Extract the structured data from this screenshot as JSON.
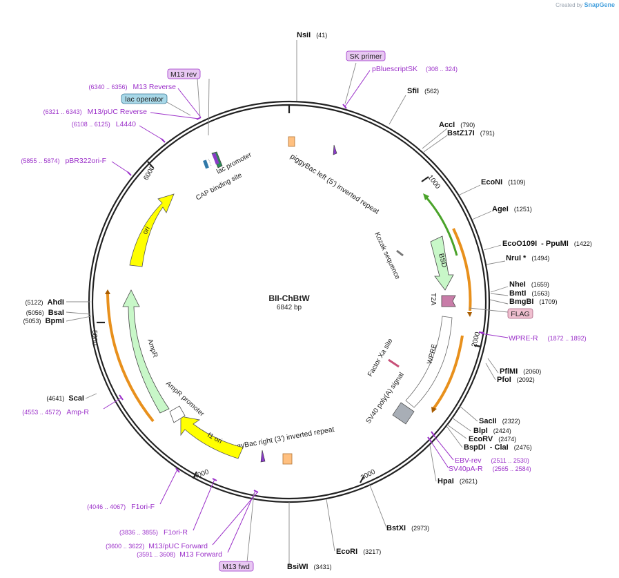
{
  "credit": {
    "prefix": "Created by",
    "brand": "SnapGene"
  },
  "plasmid": {
    "name": "BII-ChBtW",
    "size_label": "6842 bp",
    "length": 6842
  },
  "colors": {
    "site_line": "#888888",
    "primer": "#9b30c9",
    "primer_box": "#e8c8f2",
    "feature_yellow": "#ffff00",
    "feature_green": "#c8f7c8",
    "feature_orange": "#ffc080",
    "ticks": "#222222"
  },
  "ticks": [
    "1000",
    "2000",
    "3000",
    "4000",
    "5000",
    "6000"
  ],
  "sites": [
    {
      "name": "NsiI",
      "pos": "(41)",
      "side": "right"
    },
    {
      "name": "SfiI",
      "pos": "(562)",
      "side": "right"
    },
    {
      "name": "AccI",
      "pos": "(790)",
      "side": "right"
    },
    {
      "name": "BstZ17I",
      "pos": "(791)",
      "side": "right"
    },
    {
      "name": "EcoNI",
      "pos": "(1109)",
      "side": "right"
    },
    {
      "name": "AgeI",
      "pos": "(1251)",
      "side": "right"
    },
    {
      "name": "EcoO109I",
      "pos": "(1422)",
      "side": "right",
      "extra": "- PpuMI"
    },
    {
      "name": "NruI *",
      "pos": "(1494)",
      "side": "right"
    },
    {
      "name": "NheI",
      "pos": "(1659)",
      "side": "right"
    },
    {
      "name": "BmtI",
      "pos": "(1663)",
      "side": "right"
    },
    {
      "name": "BmgBI",
      "pos": "(1709)",
      "side": "right"
    },
    {
      "name": "PflMI",
      "pos": "(2060)",
      "side": "right"
    },
    {
      "name": "PfoI",
      "pos": "(2092)",
      "side": "right"
    },
    {
      "name": "SacII",
      "pos": "(2322)",
      "side": "right"
    },
    {
      "name": "BlpI",
      "pos": "(2424)",
      "side": "right"
    },
    {
      "name": "EcoRV",
      "pos": "(2474)",
      "side": "right"
    },
    {
      "name": "BspDI",
      "pos": "(2476)",
      "side": "right",
      "extra": "- ClaI"
    },
    {
      "name": "HpaI",
      "pos": "(2621)",
      "side": "right"
    },
    {
      "name": "BstXI",
      "pos": "(2973)",
      "side": "right"
    },
    {
      "name": "EcoRI",
      "pos": "(3217)",
      "side": "right"
    },
    {
      "name": "BsiWI",
      "pos": "(3431)",
      "side": "right"
    },
    {
      "name": "ScaI",
      "pos": "(4641)",
      "side": "left"
    },
    {
      "name": "AhdI",
      "pos": "(5122)",
      "side": "left"
    },
    {
      "name": "BsaI",
      "pos": "(5056)",
      "side": "left"
    },
    {
      "name": "BpmI",
      "pos": "(5053)",
      "side": "left"
    }
  ],
  "primers": [
    {
      "name": "pBluescriptSK",
      "range": "(308 .. 324)"
    },
    {
      "name": "WPRE-R",
      "range": "(1872 .. 1892)"
    },
    {
      "name": "EBV-rev",
      "range": "(2511 .. 2530)"
    },
    {
      "name": "SV40pA-R",
      "range": "(2565 .. 2584)"
    },
    {
      "name": "F1ori-F",
      "range": "(4046 .. 4067)"
    },
    {
      "name": "F1ori-R",
      "range": "(3836 .. 3855)"
    },
    {
      "name": "M13/pUC Forward",
      "range": "(3600 .. 3622)"
    },
    {
      "name": "M13 Forward",
      "range": "(3591 .. 3608)"
    },
    {
      "name": "Amp-R",
      "range": "(4553 .. 4572)"
    },
    {
      "name": "pBR322ori-F",
      "range": "(5855 .. 5874)"
    },
    {
      "name": "L4440",
      "range": "(6108 .. 6125)"
    },
    {
      "name": "M13/pUC Reverse",
      "range": "(6321 .. 6343)"
    },
    {
      "name": "M13 Reverse",
      "range": "(6340 .. 6356)"
    }
  ],
  "boxed_labels": [
    "SK primer",
    "M13 rev",
    "lac operator",
    "FLAG",
    "M13 fwd"
  ],
  "features": [
    "piggyBac left (5') inverted repeat",
    "Kozak sequence",
    "BSD",
    "T2A",
    "WPRE",
    "Factor Xa site",
    "SV40 poly(A) signal",
    "piggyBac right (3') inverted repeat",
    "f1 ori",
    "AmpR promoter",
    "AmpR",
    "ori",
    "lac promoter",
    "CAP binding site"
  ]
}
